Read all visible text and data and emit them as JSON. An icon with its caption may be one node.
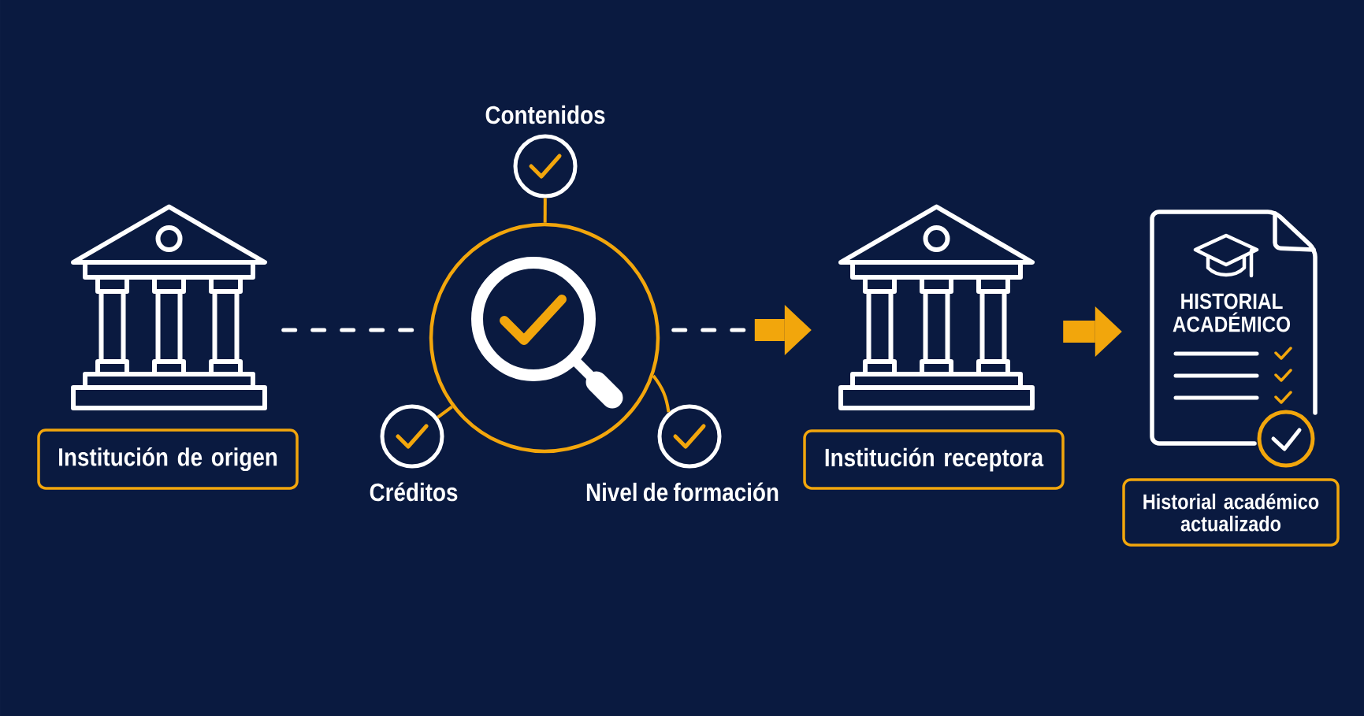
{
  "diagram": {
    "nodes": [
      {
        "text": [],
        "shape": "picture"
      },
      {
        "text": [
          "Institución de origen"
        ]
      },
      {
        "text": [],
        "shape": "circle"
      },
      {
        "text": [
          "Contenidos"
        ]
      },
      {
        "text": [
          "Créditos"
        ]
      },
      {
        "text": [
          "Nivel de formación"
        ]
      },
      {
        "text": [],
        "shape": "picture"
      },
      {
        "text": [
          "Institución receptora"
        ]
      },
      {
        "text": [
          "HISTORIAL ACADÉMICO"
        ]
      },
      {
        "text": [
          "Historial académico actualizado"
        ]
      }
    ],
    "edges": [
      {
        "from": 0,
        "to": 2,
        "arrow": "none",
        "style": "dashed",
        "color": "#ffffff"
      },
      {
        "from": 2,
        "to": 3,
        "arrow": "none"
      },
      {
        "from": 2,
        "to": 4,
        "arrow": "none"
      },
      {
        "from": 2,
        "to": 5,
        "arrow": "none"
      },
      {
        "from": 2,
        "to": 6,
        "arrow": "to",
        "style": "dashed",
        "color": "#ffffff"
      },
      {
        "from": 6,
        "to": 8,
        "arrow": "to",
        "style": "thick"
      }
    ]
  }
}
